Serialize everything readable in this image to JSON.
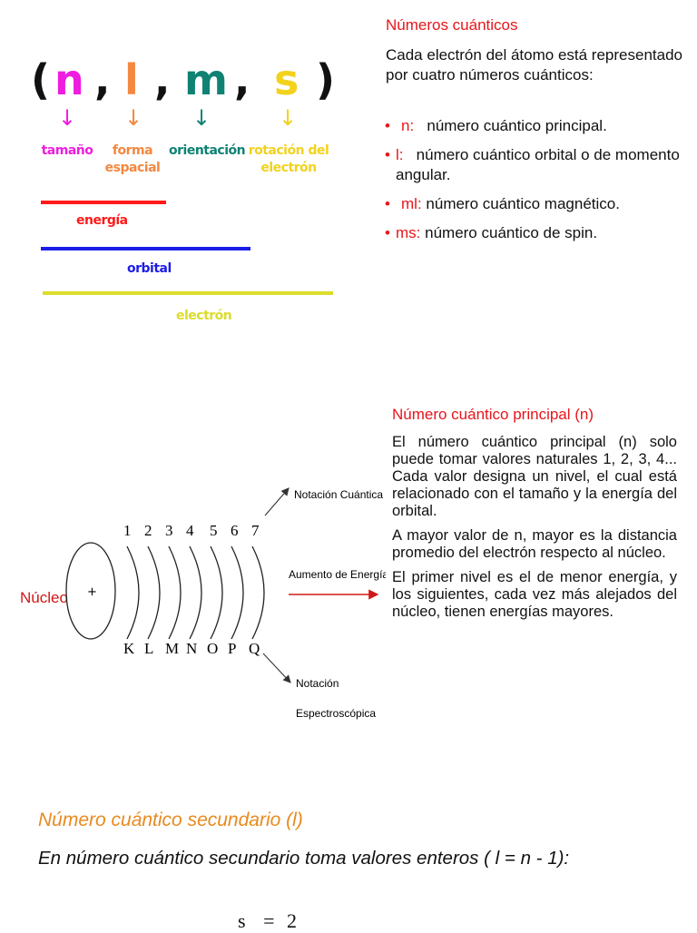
{
  "quantum_tuple": {
    "open_paren": "(",
    "close_paren": ")",
    "comma": ",",
    "symbols": [
      {
        "text": "n",
        "color": "#ee1de0"
      },
      {
        "text": "l",
        "color": "#f3883f"
      },
      {
        "text": "m",
        "color": "#108273"
      },
      {
        "text": "s",
        "color": "#f2d21d"
      }
    ],
    "arrow_glyph": "↓",
    "labels": [
      {
        "line1": "tamaño",
        "line2": "",
        "color": "#ee1de0"
      },
      {
        "line1": "forma",
        "line2": "espacial",
        "color": "#f3883f"
      },
      {
        "line1": "orientación",
        "line2": "",
        "color": "#108273"
      },
      {
        "line1": "rotación del",
        "line2": "electrón",
        "color": "#f2d21d"
      }
    ],
    "bars": [
      {
        "label": "energía",
        "color": "#ff1a1a",
        "label_color": "#ff1a1a"
      },
      {
        "label": "orbital",
        "color": "#1d1de8",
        "label_color": "#1d1de8"
      },
      {
        "label": "electrón",
        "color": "#dcdc2b",
        "label_color": "#dcdc2b"
      }
    ]
  },
  "section1": {
    "title": "Números cuánticos",
    "intro": "Cada electrón del átomo está representado por cuatro números cuánticos:",
    "bullet": "•",
    "items": [
      {
        "term": "n:",
        "desc": "número cuántico principal."
      },
      {
        "term": "l:",
        "desc": "número cuántico orbital o de momento angular."
      },
      {
        "term": "ml:",
        "desc": "número cuántico magnético."
      },
      {
        "term": "ms:",
        "desc": "número cuántico de spin."
      }
    ]
  },
  "section2": {
    "title": "Número cuántico principal (n)",
    "paragraphs": [
      "El número cuántico principal (n) solo puede tomar valores naturales 1, 2, 3, 4... Cada valor designa un nivel, el cual está relacionado con el tamaño y la energía del orbital.",
      " A mayor valor de n, mayor es la distancia promedio del electrón respecto al núcleo.",
      "El primer nivel es el de menor energía, y los siguientes, cada vez más alejados del núcleo, tienen energías mayores."
    ],
    "diagram": {
      "nucleus_label": "Núcleo",
      "nucleus_sign": "+",
      "numbers": [
        "1",
        "2",
        "3",
        "4",
        "5",
        "6",
        "7"
      ],
      "letters": [
        "K",
        "L",
        "M",
        "N",
        "O",
        "P",
        "Q"
      ],
      "notation_quantum": "Notación Cuántica",
      "energy_increase": "Aumento de Energía",
      "notation_spectro_1": "Notación",
      "notation_spectro_2": "Espectroscópica",
      "nucleus_color": "#d01818",
      "energy_arrow_color": "#d01818"
    }
  },
  "section3": {
    "title": "Número cuántico secundario (l)",
    "text": "En número cuántico secundario toma valores enteros ( l = n - 1):",
    "formula_lhs": "s",
    "formula_eq": "=",
    "formula_rhs": "2"
  }
}
